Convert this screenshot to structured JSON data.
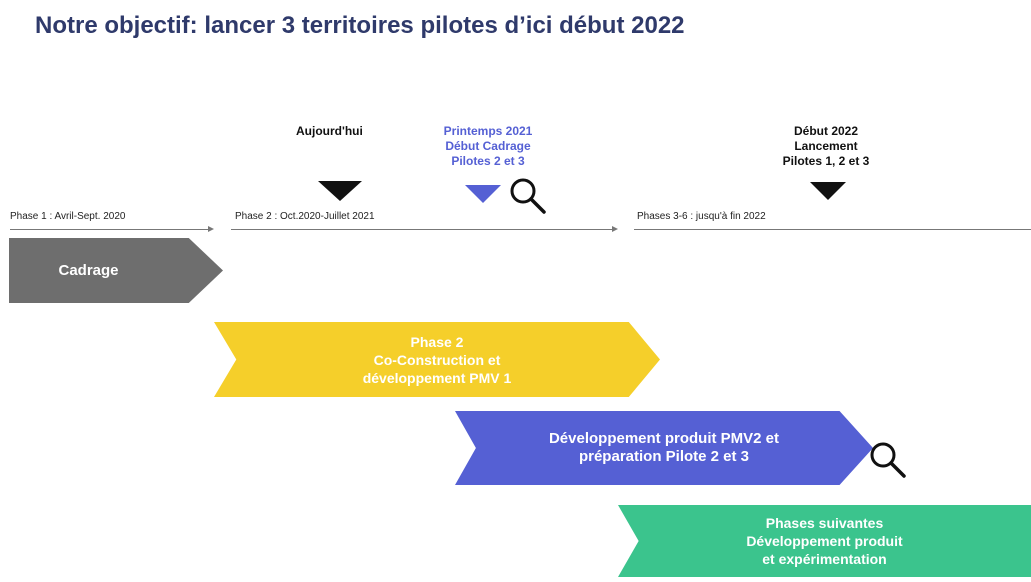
{
  "title": "Notre objectif: lancer 3 territoires pilotes d’ici début 2022",
  "markers": {
    "aujourdhui": {
      "lines": [
        "Aujourd'hui"
      ]
    },
    "printemps": {
      "lines": [
        "Printemps 2021",
        "Début Cadrage",
        "Pilotes 2 et 3"
      ],
      "color": "#5560d4"
    },
    "debut2022": {
      "lines": [
        "Début 2022",
        "Lancement",
        "Pilotes 1, 2 et 3"
      ]
    }
  },
  "timeline": {
    "phase1": "Phase 1 : Avril-Sept. 2020",
    "phase2": "Phase 2 : Oct.2020-Juillet 2021",
    "phase3": "Phases 3-6 : jusqu'à fin 2022"
  },
  "chevrons": {
    "cadrage": {
      "lines": [
        "Cadrage"
      ],
      "color": "#6e6e6e"
    },
    "phase2": {
      "lines": [
        "Phase 2",
        "Co-Construction et",
        "développement PMV 1"
      ],
      "color": "#f5cf2a"
    },
    "pmv2": {
      "lines": [
        "Développement produit PMV2 et",
        "préparation Pilote 2 et 3"
      ],
      "color": "#5560d4"
    },
    "suivantes": {
      "lines": [
        "Phases suivantes",
        "Développement produit",
        "et expérimentation"
      ],
      "color": "#3bc48d"
    }
  },
  "icons": [
    "magnifier-icon",
    "magnifier-icon"
  ]
}
